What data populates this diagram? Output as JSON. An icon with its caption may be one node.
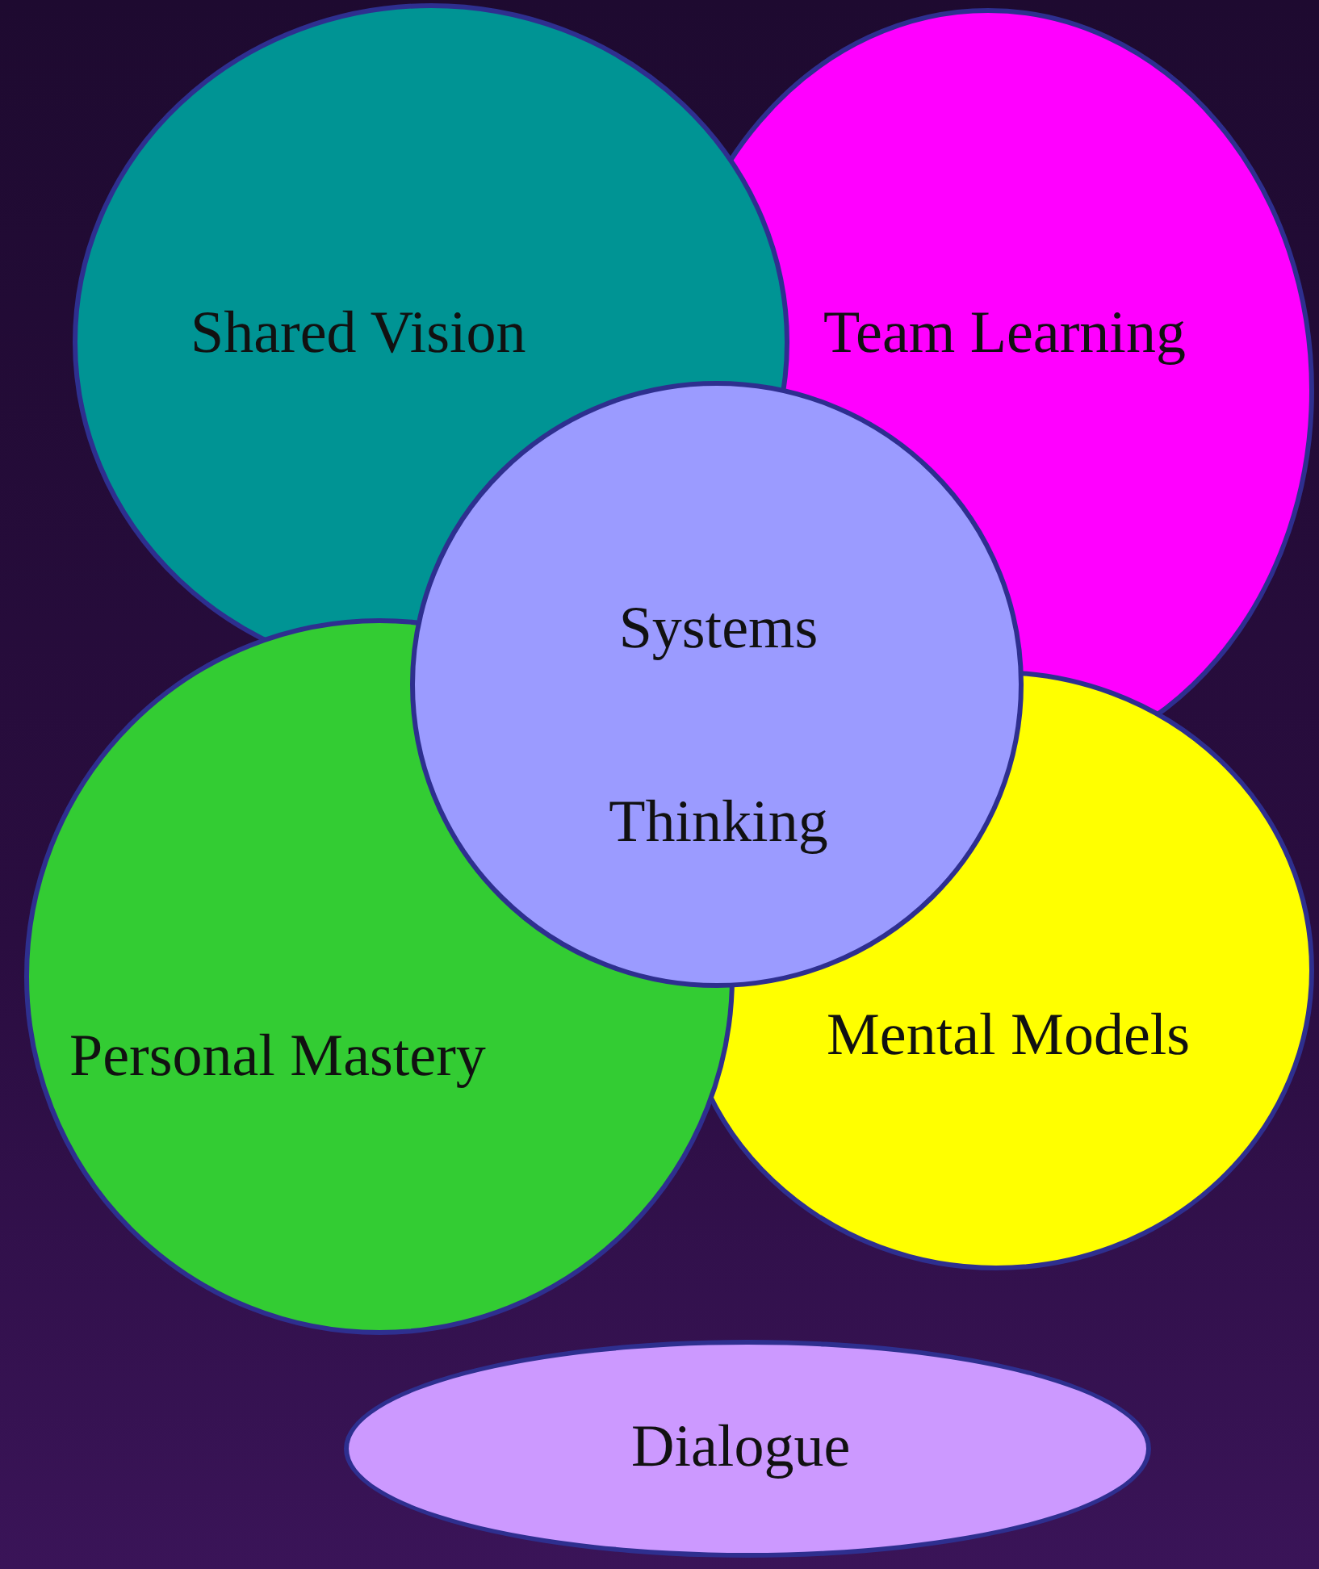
{
  "diagram": {
    "nodes": [
      {
        "text": [
          "Shared Vision"
        ]
      },
      {
        "text": [
          "Team Learning"
        ]
      },
      {
        "text": [
          "Systems Thinking"
        ]
      },
      {
        "text": [
          "Personal Mastery"
        ]
      },
      {
        "text": [
          "Mental Models"
        ]
      },
      {
        "text": [
          "Dialogue"
        ]
      }
    ]
  }
}
